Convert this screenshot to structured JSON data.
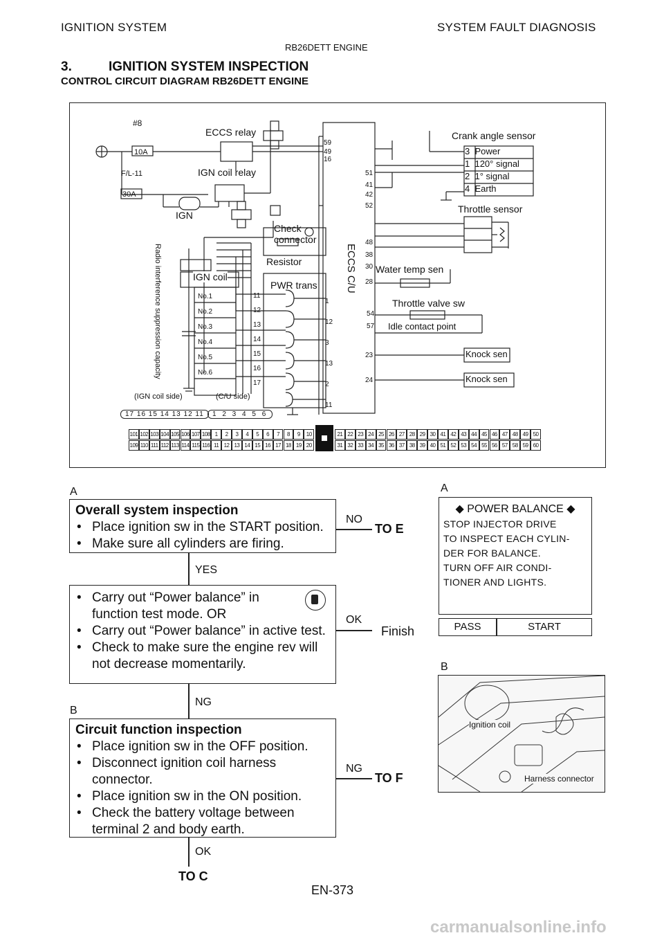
{
  "header": {
    "left": "IGNITION SYSTEM",
    "right": "SYSTEM FAULT DIAGNOSIS",
    "engine": "RB26DETT ENGINE"
  },
  "section": {
    "number": "3.",
    "title": "IGNITION SYSTEM INSPECTION",
    "subtitle": "CONTROL CIRCUIT DIAGRAM RB26DETT ENGINE"
  },
  "diagram": {
    "fuse": "#8",
    "fuse_rating": "10A",
    "fusible_link": "F/L-11",
    "fusible_rating": "30A",
    "eccs_relay": "ECCS relay",
    "ign_coil_relay": "IGN coil relay",
    "ign": "IGN",
    "check_connector": "Check connector",
    "resistor": "Resistor",
    "pwr_trans": "PWR trans",
    "ign_coil": "IGN coil",
    "coils": [
      "No.1",
      "No.2",
      "No.3",
      "No.4",
      "No.5",
      "No.6"
    ],
    "radio_capacity": "Radio interference suppression capacity",
    "ign_coil_side": "(IGN coil side)",
    "cu_side": "(C/U side)",
    "eccs_cu": "ECCS C/U",
    "crank_sensor": "Crank angle sensor",
    "crank_pins": [
      "Power",
      "120° signal",
      "1° signal",
      "Earth"
    ],
    "crank_pin_nums": [
      "3",
      "1",
      "2",
      "4"
    ],
    "throttle_sensor": "Throttle sensor",
    "water_temp": "Water temp sen",
    "throttle_valve": "Throttle valve sw",
    "idle_contact": "Idle contact point",
    "knock_sen": "Knock sen",
    "ecu_pins": [
      "59",
      "49",
      "16",
      "51",
      "41",
      "42",
      "52",
      "48",
      "38",
      "30",
      "28",
      "54",
      "57",
      "23",
      "24"
    ],
    "pt_pins": [
      "11",
      "12",
      "13",
      "14",
      "15",
      "16",
      "17"
    ],
    "pt_out": [
      "1",
      "2",
      "3",
      "4",
      "5",
      "6"
    ],
    "pt_right": [
      "1",
      "12",
      "3",
      "13",
      "2",
      "11"
    ],
    "conn_row1": [
      "101",
      "102",
      "103",
      "104",
      "105",
      "106",
      "107",
      "108",
      "1",
      "2",
      "3",
      "4",
      "5",
      "6",
      "7",
      "8",
      "9",
      "10",
      "21",
      "22",
      "23",
      "24",
      "25",
      "26",
      "27",
      "28",
      "29",
      "30",
      "41",
      "42",
      "43",
      "44",
      "45",
      "46",
      "47",
      "48",
      "49",
      "50"
    ],
    "conn_row2": [
      "109",
      "110",
      "111",
      "112",
      "113",
      "114",
      "115",
      "116",
      "11",
      "12",
      "13",
      "14",
      "15",
      "16",
      "17",
      "18",
      "19",
      "20",
      "31",
      "32",
      "33",
      "34",
      "35",
      "36",
      "37",
      "38",
      "39",
      "40",
      "51",
      "52",
      "53",
      "54",
      "55",
      "56",
      "57",
      "58",
      "59",
      "60"
    ],
    "ign_coil_conn": "17 16 15 14 13 12 11",
    "cu_conn": "1 2 3 4 5 6"
  },
  "flow": {
    "label_a": "A",
    "label_b": "B",
    "step1": {
      "title": "Overall system inspection",
      "items": [
        "Place ignition sw in the START position.",
        "Make sure all cylinders are firing."
      ]
    },
    "no": "NO",
    "to_e": "TO E",
    "yes": "YES",
    "step2": {
      "items": [
        "Carry out “Power balance” in function test mode. OR",
        "Carry out “Power balance” in active test.",
        "Check to make sure the engine rev will not decrease momentarily."
      ]
    },
    "ok": "OK",
    "finish": "Finish",
    "ng": "NG",
    "step3": {
      "title": "Circuit function inspection",
      "items": [
        "Place ignition sw in the OFF position.",
        "Disconnect ignition coil harness connector.",
        "Place ignition sw in the ON position.",
        "Check the battery voltage between terminal 2 and body earth."
      ]
    },
    "ng2": "NG",
    "to_f": "TO F",
    "ok2": "OK",
    "to_c": "TO C"
  },
  "side": {
    "label_a": "A",
    "label_b": "B",
    "pb_title": "POWER BALANCE",
    "pb_lines": [
      "STOP INJECTOR DRIVE",
      "TO INSPECT EACH CYLIN-",
      "DER FOR BALANCE.",
      "TURN OFF AIR CONDI-",
      "TIONER AND LIGHTS."
    ],
    "pass": "PASS",
    "start": "START",
    "photo_label1": "Ignition coil",
    "photo_label2": "Harness connector"
  },
  "footer": {
    "page": "EN-373",
    "watermark": "carmanualsonline.info"
  }
}
